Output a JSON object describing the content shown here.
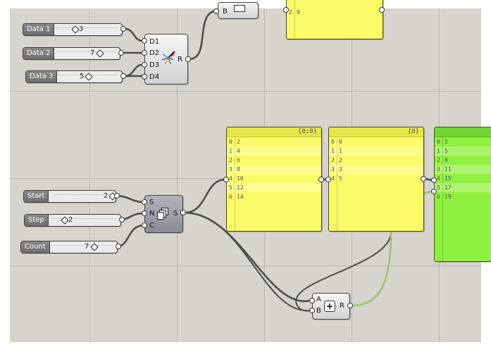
{
  "sliders": [
    {
      "label": "Data 1",
      "value": "3"
    },
    {
      "label": "Data 2",
      "value": "7"
    },
    {
      "label": "Data 3",
      "value": "5"
    },
    {
      "label": "Start",
      "value": "2"
    },
    {
      "label": "Step",
      "value": "2"
    },
    {
      "label": "Count",
      "value": "7"
    }
  ],
  "topnode": {
    "input_label": "B"
  },
  "top_panel": {
    "rows": [
      {
        "i": "2",
        "v": "9"
      }
    ]
  },
  "chart_comp": {
    "inputs": [
      "D1",
      "D2",
      "D3",
      "D4"
    ],
    "output": "R"
  },
  "series_comp": {
    "inputs": [
      "S",
      "N",
      "C"
    ],
    "output": "S"
  },
  "add_comp": {
    "inputs": [
      "A",
      "B"
    ],
    "output": "R",
    "symbol": "+"
  },
  "panel1": {
    "path": "{0;0}",
    "rows": [
      {
        "i": "0",
        "v": "2"
      },
      {
        "i": "1",
        "v": "4"
      },
      {
        "i": "2",
        "v": "6"
      },
      {
        "i": "3",
        "v": "8"
      },
      {
        "i": "4",
        "v": "10"
      },
      {
        "i": "5",
        "v": "12"
      },
      {
        "i": "6",
        "v": "14"
      }
    ]
  },
  "panel2": {
    "path": "{0}",
    "rows": [
      {
        "i": "0",
        "v": "0"
      },
      {
        "i": "1",
        "v": "1"
      },
      {
        "i": "2",
        "v": "2"
      },
      {
        "i": "3",
        "v": "3"
      },
      {
        "i": "4",
        "v": "5"
      }
    ]
  },
  "panel3": {
    "rows": [
      {
        "i": "0",
        "v": "2"
      },
      {
        "i": "1",
        "v": "5"
      },
      {
        "i": "2",
        "v": "8"
      },
      {
        "i": "3",
        "v": "11"
      },
      {
        "i": "4",
        "v": "15"
      },
      {
        "i": "5",
        "v": "17"
      },
      {
        "i": "6",
        "v": "19"
      }
    ]
  },
  "colors": {
    "canvas": "#d7d4ce",
    "panel_yellow": "#fbfb6a",
    "panel_green": "#90f040",
    "wire": "#4b4b4b",
    "wire_green": "#9ac46e"
  }
}
